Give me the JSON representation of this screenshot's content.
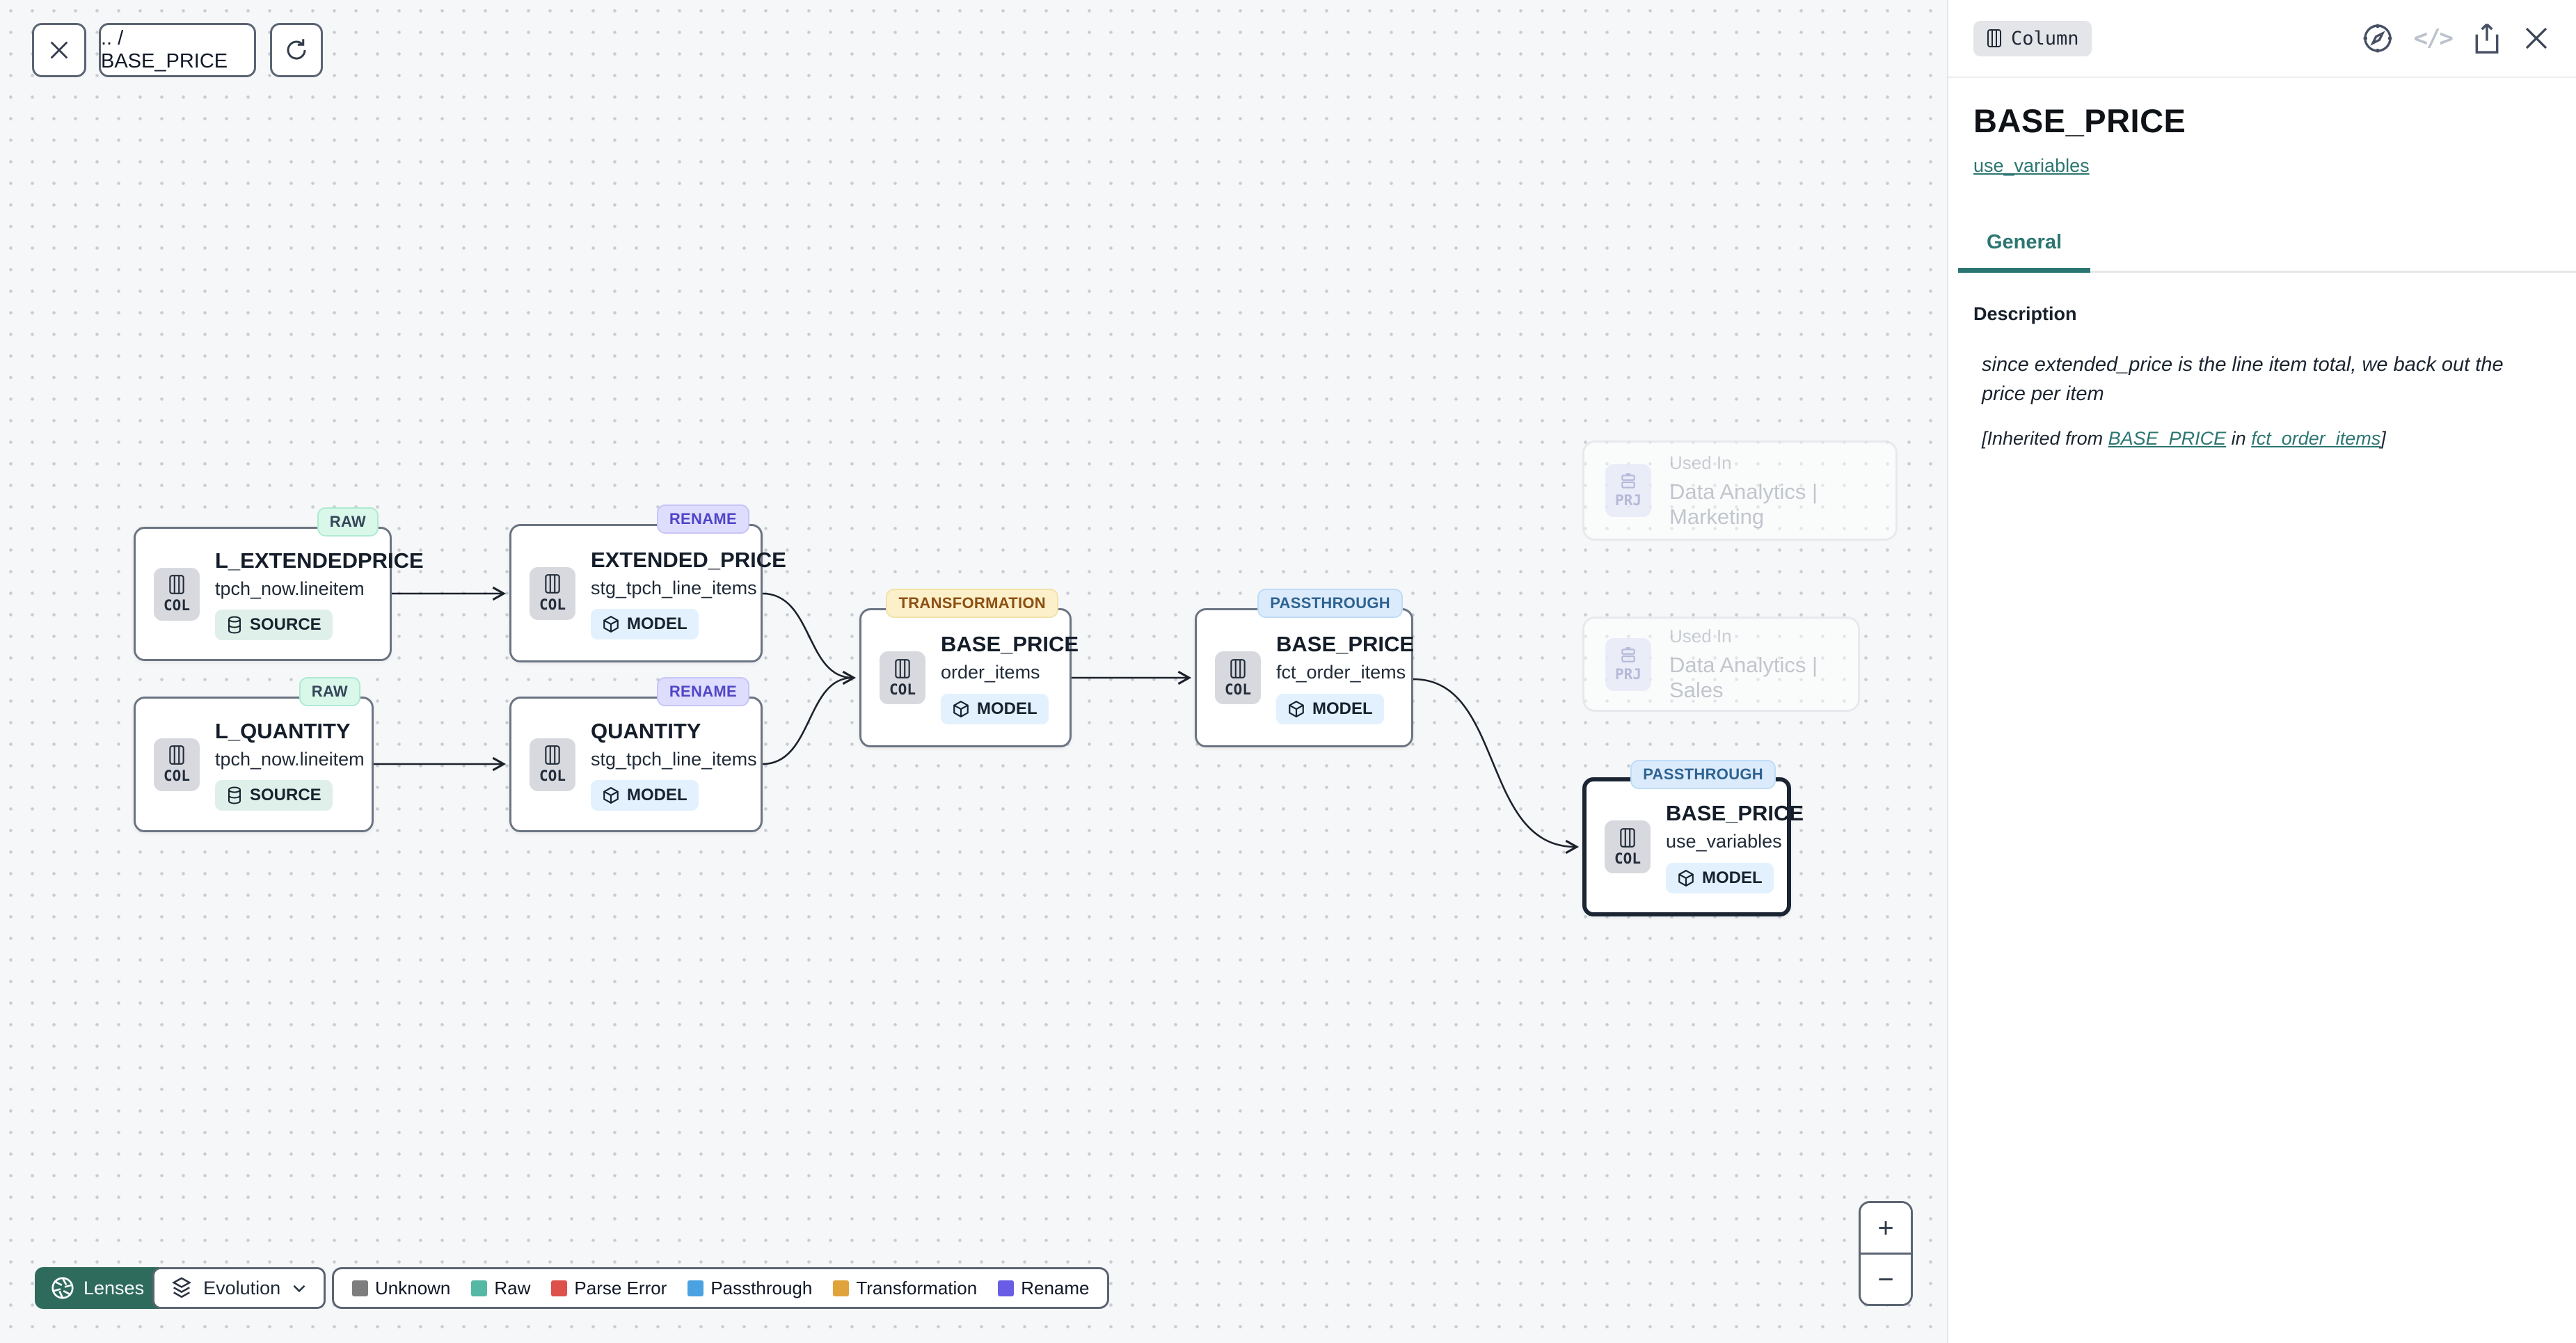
{
  "toolbar": {
    "breadcrumb": ".. / BASE_PRICE"
  },
  "panel": {
    "type_badge": "Column",
    "title": "BASE_PRICE",
    "model_link": "use_variables",
    "tab_general": "General",
    "description_heading": "Description",
    "description_body": "since extended_price is the line item total, we back out the price per item",
    "inherited_prefix": "[Inherited from ",
    "inherited_link_column": "BASE_PRICE",
    "inherited_infix": " in ",
    "inherited_link_model": "fct_order_items",
    "inherited_suffix": "]",
    "code_icon_label": "</>"
  },
  "nodes": [
    {
      "tag": "RAW",
      "kind": "COL",
      "title": "L_EXTENDEDPRICE",
      "subtitle": "tpch_now.lineitem",
      "badge": "SOURCE"
    },
    {
      "tag": "RENAME",
      "kind": "COL",
      "title": "EXTENDED_PRICE",
      "subtitle": "stg_tpch_line_items",
      "badge": "MODEL"
    },
    {
      "tag": "RAW",
      "kind": "COL",
      "title": "L_QUANTITY",
      "subtitle": "tpch_now.lineitem",
      "badge": "SOURCE"
    },
    {
      "tag": "RENAME",
      "kind": "COL",
      "title": "QUANTITY",
      "subtitle": "stg_tpch_line_items",
      "badge": "MODEL"
    },
    {
      "tag": "TRANSFORMATION",
      "kind": "COL",
      "title": "BASE_PRICE",
      "subtitle": "order_items",
      "badge": "MODEL"
    },
    {
      "tag": "PASSTHROUGH",
      "kind": "COL",
      "title": "BASE_PRICE",
      "subtitle": "fct_order_items",
      "badge": "MODEL"
    },
    {
      "tag": "PASSTHROUGH",
      "kind": "COL",
      "title": "BASE_PRICE",
      "subtitle": "use_variables",
      "badge": "MODEL",
      "selected": true
    }
  ],
  "used_in": [
    {
      "kind": "PRJ",
      "label": "Used In",
      "name": "Data Analytics | Marketing"
    },
    {
      "kind": "PRJ",
      "label": "Used In",
      "name": "Data Analytics | Sales"
    }
  ],
  "lenses": {
    "label": "Lenses",
    "mode": "Evolution"
  },
  "legend": {
    "items": [
      {
        "label": "Unknown",
        "color": "#7e7e7e"
      },
      {
        "label": "Raw",
        "color": "#54b8a4"
      },
      {
        "label": "Parse Error",
        "color": "#dc5149"
      },
      {
        "label": "Passthrough",
        "color": "#4aa2e0"
      },
      {
        "label": "Transformation",
        "color": "#e0a33b"
      },
      {
        "label": "Rename",
        "color": "#695ce5"
      }
    ]
  },
  "zoom_controls": {
    "zoom_in": "+",
    "zoom_out": "−"
  },
  "colors": {
    "accent_teal": "#2c7672",
    "lenses_green": "#2e6b5d",
    "selection_border": "#1b2433"
  }
}
